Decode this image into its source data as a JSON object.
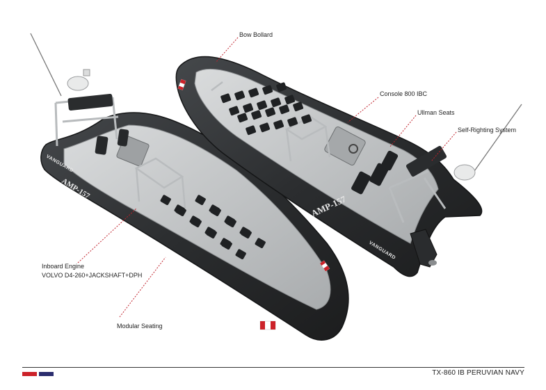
{
  "callouts": {
    "bow_bollard": "Bow Bollard",
    "console": "Console 800 IBC",
    "ullman_seats": "Ullman Seats",
    "self_righting": "Self-Righting System",
    "inboard_engine_line1": "Inboard Engine",
    "inboard_engine_line2": "VOLVO D4-260+JACKSHAFT+DPH",
    "modular_seating": "Modular Seating"
  },
  "boats": {
    "left": {
      "name": "AMP-157",
      "brand": "VANGUARD"
    },
    "right": {
      "name": "AMP-157",
      "brand": "VANGUARD"
    }
  },
  "footer": {
    "title": "TX-860 IB PERUVIAN NAVY",
    "bar_colors": [
      "#cc2229",
      "#2b2d6e"
    ]
  },
  "colors": {
    "hull_tube": "#2f3133",
    "deck": "#c9cbcc",
    "leader_line": "#c0202a"
  }
}
